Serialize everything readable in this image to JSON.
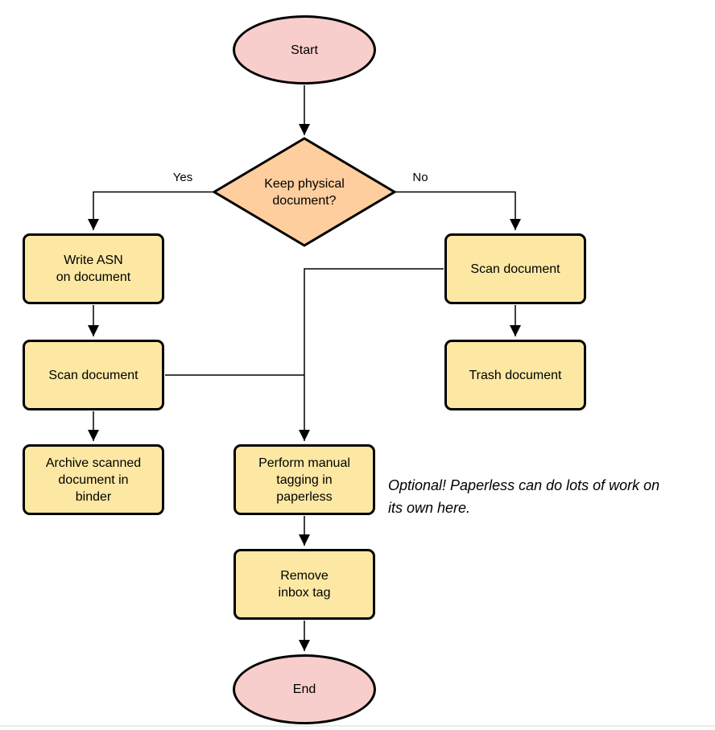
{
  "diagram": {
    "nodes": {
      "start": {
        "label": "Start",
        "type": "terminator"
      },
      "decision": {
        "label": "Keep physical\ndocument?",
        "type": "decision"
      },
      "write_asn": {
        "label": "Write ASN\non document",
        "type": "process"
      },
      "scan_left": {
        "label": "Scan document",
        "type": "process"
      },
      "archive": {
        "label": "Archive scanned\ndocument in\nbinder",
        "type": "process"
      },
      "scan_right": {
        "label": "Scan document",
        "type": "process"
      },
      "trash": {
        "label": "Trash document",
        "type": "process"
      },
      "tagging": {
        "label": "Perform manual\ntagging in\npaperless",
        "type": "process"
      },
      "remove_inbox": {
        "label": "Remove\ninbox tag",
        "type": "process"
      },
      "end": {
        "label": "End",
        "type": "terminator"
      }
    },
    "edge_labels": {
      "yes": "Yes",
      "no": "No"
    },
    "annotation": "Optional! Paperless can do lots of work on\nits own here.",
    "colors": {
      "terminator_fill": "#f7cecb",
      "decision_fill": "#ffce9e",
      "process_fill": "#fce8a3",
      "stroke": "#000000",
      "page_edge": "#ececec"
    }
  }
}
